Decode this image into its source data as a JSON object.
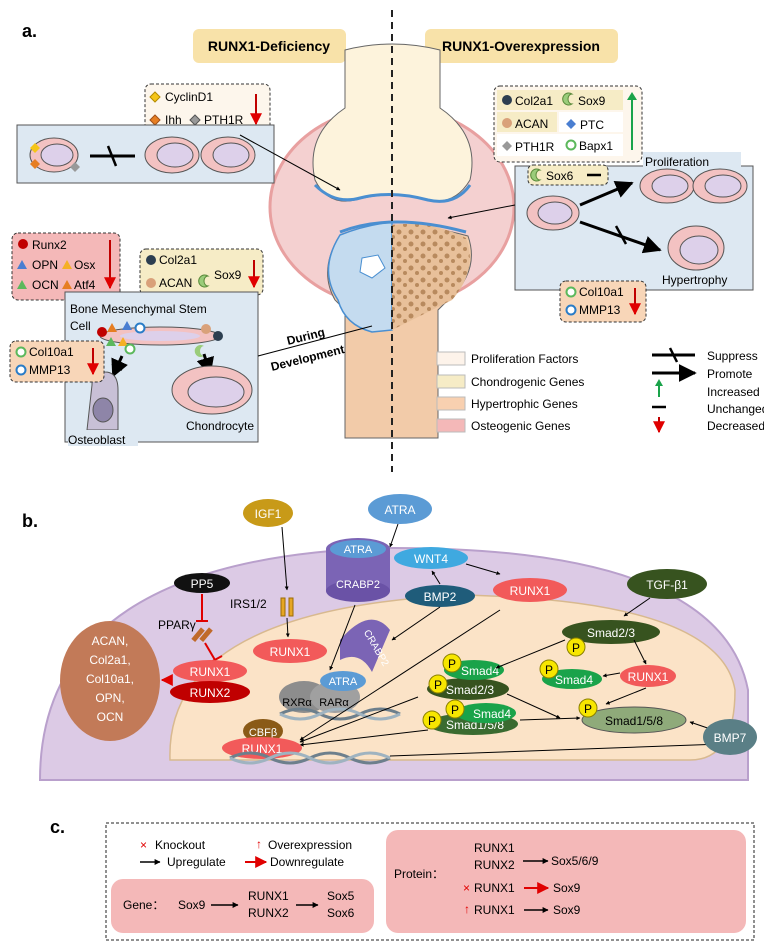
{
  "panel_labels": {
    "a": "a.",
    "b": "b.",
    "c": "c."
  },
  "panel_a": {
    "deficiency_title": "RUNX1-Deficiency",
    "overexpression_title": "RUNX1-Overexpression",
    "prolif_genes": {
      "cyclind1": "CyclinD1",
      "ihh": "Ihh",
      "pth1r": "PTH1R"
    },
    "osteo_genes": {
      "runx2": "Runx2",
      "opn": "OPN",
      "osx": "Osx",
      "ocn": "OCN",
      "atf4": "Atf4"
    },
    "chondro_genes_left": {
      "col2a1": "Col2a1",
      "acan": "ACAN",
      "sox9": "Sox9"
    },
    "bmsc_label_1": "Bone Mesenchymal Stem",
    "bmsc_label_2": "Cell",
    "hyper_genes_left": {
      "col10a1": "Col10a1",
      "mmp13": "MMP13"
    },
    "osteoblast": "Osteoblast",
    "chondrocyte": "Chondrocyte",
    "during": "During",
    "development": "Development",
    "over_genes": {
      "col2a1": "Col2a1",
      "sox9": "Sox9",
      "acan": "ACAN",
      "ptc": "PTC",
      "pth1r": "PTH1R",
      "bapx1": "Bapx1"
    },
    "sox6": "Sox6",
    "proliferation": "Proliferation",
    "hypertrophy": "Hypertrophy",
    "hyper_genes_right": {
      "col10a1": "Col10a1",
      "mmp13": "MMP13"
    },
    "legend": {
      "prolif_factors": "Proliferation Factors",
      "chondro_genes": "Chondrogenic Genes",
      "hyper_genes": "Hypertrophic Genes",
      "osteo_genes": "Osteogenic Genes",
      "suppress": "Suppress",
      "promote": "Promote",
      "increased": "Increased",
      "unchanged": "Unchanged",
      "decreased": "Decreased"
    }
  },
  "panel_b": {
    "igf1": "IGF1",
    "atra_top": "ATRA",
    "atra_box": "ATRA",
    "crabp2_box": "CRABP2",
    "wnt4": "WNT4",
    "runx1_wnt": "RUNX1",
    "bmp2": "BMP2",
    "tgfb1": "TGF-β1",
    "pp5": "PP5",
    "irs": "IRS1/2",
    "ppar": "PPARγ",
    "runx1_irs": "RUNX1",
    "crabp2_curved": "CRABP2",
    "smad23_top": "Smad2/3",
    "targets": [
      "ACAN,",
      "Col2a1,",
      "Col10a1,",
      "OPN,",
      "OCN"
    ],
    "runx1_left": "RUNX1",
    "runx2_left": "RUNX2",
    "atra_nuc": "ATRA",
    "rxr": "RXRα",
    "rar": "RARα",
    "smad4_a": "Smad4",
    "smad23_n": "Smad2/3",
    "smad4_r": "Smad4",
    "runx1_right": "RUNX1",
    "smad4_b": "Smad4",
    "smad158_n": "Smad1/5/8",
    "smad158_r": "Smad1/5/8",
    "cbfb": "CBFβ",
    "runx1_dna": "RUNX1",
    "bmp7": "BMP7",
    "p": "P"
  },
  "panel_c": {
    "ko_sym": "×",
    "knockout": "Knockout",
    "ov_sym": "↑",
    "overexpression": "Overexpression",
    "upregulate": "Upregulate",
    "downregulate": "Downregulate",
    "gene_label": "Gene：",
    "gene_sox9": "Sox9",
    "gene_runx1": "RUNX1",
    "gene_runx2": "RUNX2",
    "gene_sox5": "Sox5",
    "gene_sox6": "Sox6",
    "protein_label": "Protein：",
    "p_runx1": "RUNX1",
    "p_runx2": "RUNX2",
    "p_sox569": "Sox5/6/9",
    "p_ko_runx1": "RUNX1",
    "p_sox9a": "Sox9",
    "p_ov_runx1": "RUNX1",
    "p_sox9b": "Sox9"
  },
  "colors": {
    "accent_red": "#c00000",
    "green_up": "#1aa34a",
    "membrane": "#c9b3d9",
    "nucleus": "#fbe3c7"
  }
}
